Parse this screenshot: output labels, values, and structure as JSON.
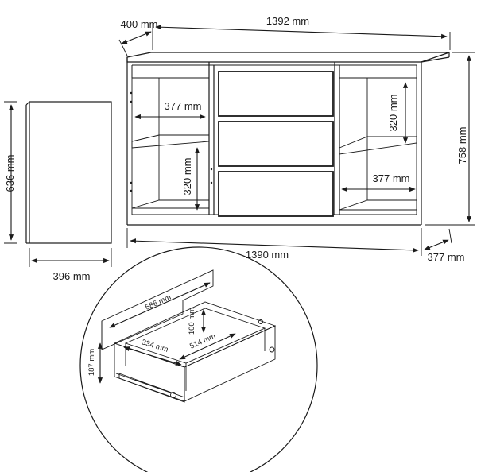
{
  "dimensions": {
    "top_depth": "400 mm",
    "top_width": "1392 mm",
    "height": "758 mm",
    "base_width": "1390 mm",
    "base_depth": "377 mm",
    "shelf_width_left": "377 mm",
    "shelf_width_right": "377 mm",
    "shelf_height_left": "320 mm",
    "shelf_height_right": "320 mm",
    "door_height": "636 mm",
    "door_width": "396 mm"
  },
  "drawer_detail": {
    "length": "586 mm",
    "height": "100 mm",
    "front_height": "187 mm",
    "inner_width": "334 mm",
    "inner_length": "514 mm"
  }
}
